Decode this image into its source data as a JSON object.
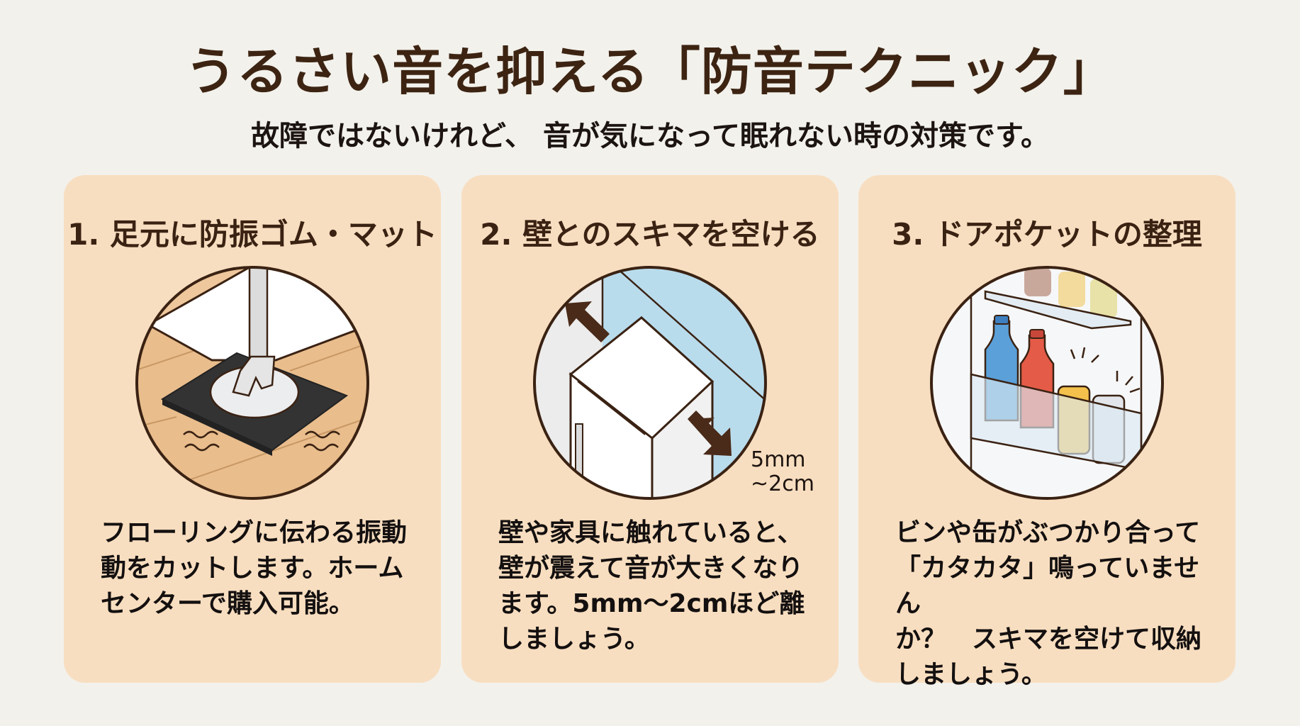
{
  "header": {
    "title": "うるさい音を抑える「防音テクニック」",
    "subtitle": "故障ではないけれど、 音が気になって眠れない時の対策です。"
  },
  "colors": {
    "background": "#f2f1ec",
    "card": "#f8dec0",
    "title": "#3d2412",
    "outline": "#3a2213",
    "wall_blue": "#b9dcec",
    "floor_wood": "#e6b98a",
    "mat": "#3a3a3a"
  },
  "cards": [
    {
      "title": "1. 足元に防振ゴム・マット",
      "illustration": "fridge-foot-on-rubber-mat-icon",
      "body": "フローリングに伝わる振動\n動をカットします。ホーム\nセンターで購入可能。"
    },
    {
      "title": "2. 壁とのスキマを空ける",
      "illustration": "fridge-wall-gap-icon",
      "gap_label": "5mm\n~2cm",
      "body": "壁や家具に触れていると、\n壁が震えて音が大きくなり\nます。5mm〜2cmほど離\nしましょう。"
    },
    {
      "title": "3. ドアポケットの整理",
      "illustration": "fridge-door-pocket-bottles-icon",
      "body": "ビンや缶がぶつかり合って\n「カタカタ」鳴っていません\nか？　スキマを空けて収納\nしましょう。"
    }
  ]
}
